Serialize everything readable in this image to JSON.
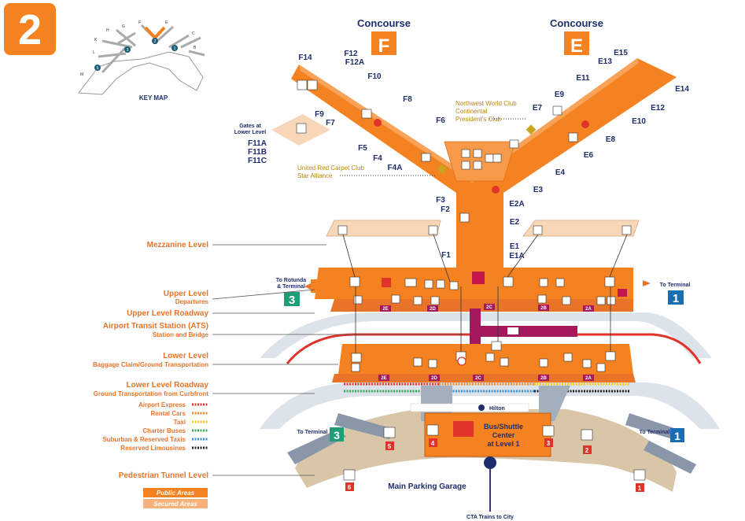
{
  "terminal_number": "2",
  "key_map": {
    "caption": "KEY MAP",
    "letters": [
      "F",
      "E",
      "H",
      "G",
      "K",
      "L",
      "C",
      "B",
      "M"
    ],
    "numbers": [
      "2",
      "3",
      "1",
      "5"
    ]
  },
  "concourses": [
    {
      "label": "Concourse",
      "letter": "F"
    },
    {
      "label": "Concourse",
      "letter": "E"
    }
  ],
  "gates_f": [
    "F14",
    "F12",
    "F12A",
    "F10",
    "F8",
    "F9",
    "F7",
    "F6",
    "F5",
    "F4",
    "F4A",
    "F3",
    "F2",
    "F1"
  ],
  "gates_e": [
    "E15",
    "E13",
    "E14",
    "E11",
    "E12",
    "E9",
    "E10",
    "E7",
    "E8",
    "E6",
    "E4",
    "E3",
    "E2A",
    "E2",
    "E1",
    "E1A"
  ],
  "lower_gates": {
    "title": "Gates at\nLower Level",
    "title_line1": "Gates at",
    "title_line2": "Lower Level",
    "gates": [
      "F11A",
      "F11B",
      "F11C"
    ]
  },
  "clubs": {
    "northwest_line1": "Northwest World Club",
    "northwest_line2": "Continental",
    "northwest_line3": "President's Club",
    "united_line1": "United Red Carpet Club",
    "united_line2": "Star Alliance"
  },
  "levels": [
    {
      "name": "Mezzanine Level",
      "sub": ""
    },
    {
      "name": "Upper Level",
      "sub": "Departures"
    },
    {
      "name": "Upper Level Roadway",
      "sub": ""
    },
    {
      "name": "Airport Transit Station (ATS)",
      "sub": "Station and Bridge"
    },
    {
      "name": "Lower Level",
      "sub": "Baggage Claim/Ground Transportation"
    },
    {
      "name": "Lower Level Roadway",
      "sub": "Ground Transportation from Curbfront"
    },
    {
      "name": "Pedestrian Tunnel Level",
      "sub": ""
    }
  ],
  "transport_legend": [
    {
      "label": "Airport Express",
      "color": "#e0342b"
    },
    {
      "label": "Rental Cars",
      "color": "#f08a2c"
    },
    {
      "label": "Taxi",
      "color": "#f5c518"
    },
    {
      "label": "Charter Buses",
      "color": "#3aa856"
    },
    {
      "label": "Suburban & Reserved Taxis",
      "color": "#3b8fd0"
    },
    {
      "label": "Reserved Limousines",
      "color": "#222222"
    }
  ],
  "doors_upper": [
    "2E",
    "2D",
    "2C",
    "2B",
    "2A"
  ],
  "doors_lower": [
    "2E",
    "2D",
    "2C",
    "2B",
    "2A"
  ],
  "directions": {
    "to_rotunda_line1": "To Rotunda",
    "to_rotunda_line2": "& Terminal",
    "to_terminal": "To Terminal",
    "to_terminal_left": "To Terminal",
    "to_terminal_right": "To Terminal"
  },
  "terminal_badges": {
    "upper_left": "3",
    "upper_right": "1",
    "lower_left": "3",
    "lower_right": "1"
  },
  "bus_shuttle": {
    "line1": "Bus/Shuttle",
    "line2": "Center",
    "line3": "at Level 1"
  },
  "hilton": "Hilton",
  "garage": "Main Parking Garage",
  "cta": "CTA Trains to City",
  "elevator_numbers": [
    "6",
    "5",
    "4",
    "3",
    "2",
    "1"
  ],
  "legend_areas": {
    "public": "Public Areas",
    "secured": "Secured Areas"
  },
  "colors": {
    "orange": "#f58220",
    "light_orange": "#f9c89a",
    "peach": "#f8d6b8",
    "navy": "#1e2d6b",
    "magenta": "#a3195b",
    "green_badge": "#1f9d76",
    "blue_badge": "#1b6db1",
    "roadway": "#dde3ea",
    "garage": "#d9c6a8"
  },
  "icons": [
    "escalator-icon",
    "elevator-icon",
    "restroom-icon",
    "first-aid-icon",
    "info-icon",
    "telephone-icon",
    "restaurant-icon",
    "atm-icon"
  ]
}
